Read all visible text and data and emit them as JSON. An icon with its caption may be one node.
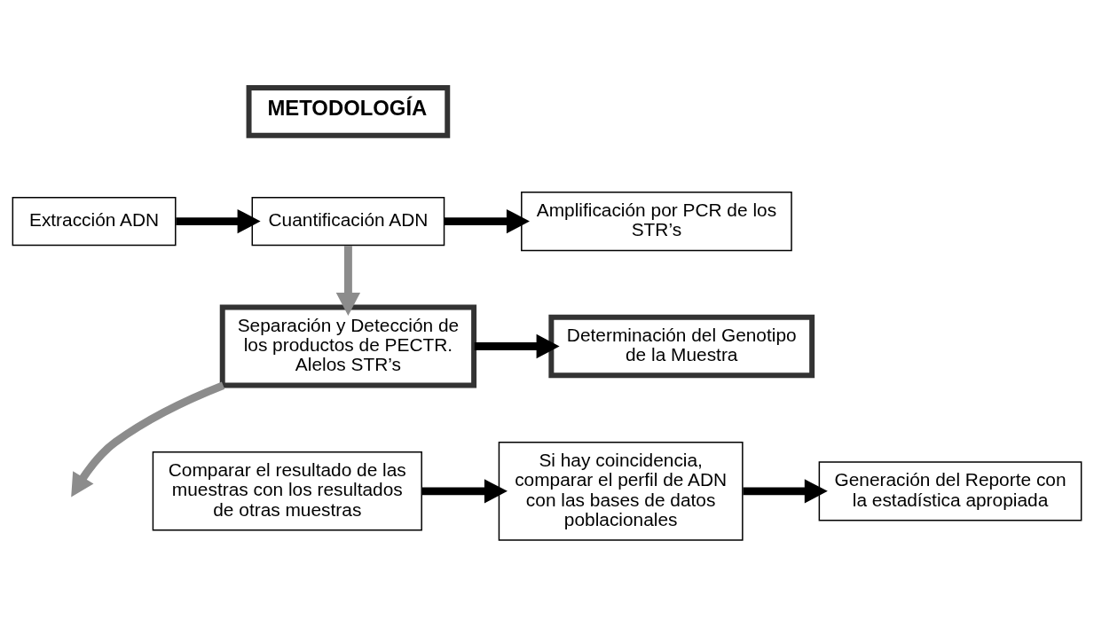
{
  "diagram": {
    "nodes": [
      {
        "text": [
          "METODOLOGÍA"
        ]
      },
      {
        "text": [
          "Extracción ADN"
        ]
      },
      {
        "text": [
          "Cuantificación ADN"
        ]
      },
      {
        "text": [
          "Amplificación por PCR de los STR’s"
        ]
      },
      {
        "text": [
          "Separación y Detección de los productos de PECTR. Alelos STR’s"
        ]
      },
      {
        "text": [
          "Determinación del Genotipo de la Muestra"
        ]
      },
      {
        "text": [
          "Comparar el resultado de las muestras con los resultados de otras muestras"
        ]
      },
      {
        "text": [
          "Si hay coincidencia, comparar el perfil de ADN con las bases de datos poblacionales"
        ]
      },
      {
        "text": [
          "Generación del Reporte con la estadística apropiada"
        ]
      }
    ],
    "edges": [
      {
        "from": 1,
        "to": 2,
        "arrow": "to"
      },
      {
        "from": 2,
        "to": 3,
        "arrow": "to"
      },
      {
        "from": 2,
        "to": 4,
        "arrow": "to",
        "color": "#8c8c8c"
      },
      {
        "from": 4,
        "to": 5,
        "arrow": "to"
      },
      {
        "from": 4,
        "to": null,
        "arrow": "to",
        "color": "#8c8c8c"
      },
      {
        "from": 6,
        "to": 7,
        "arrow": "to"
      },
      {
        "from": 7,
        "to": 8,
        "arrow": "to"
      }
    ]
  }
}
